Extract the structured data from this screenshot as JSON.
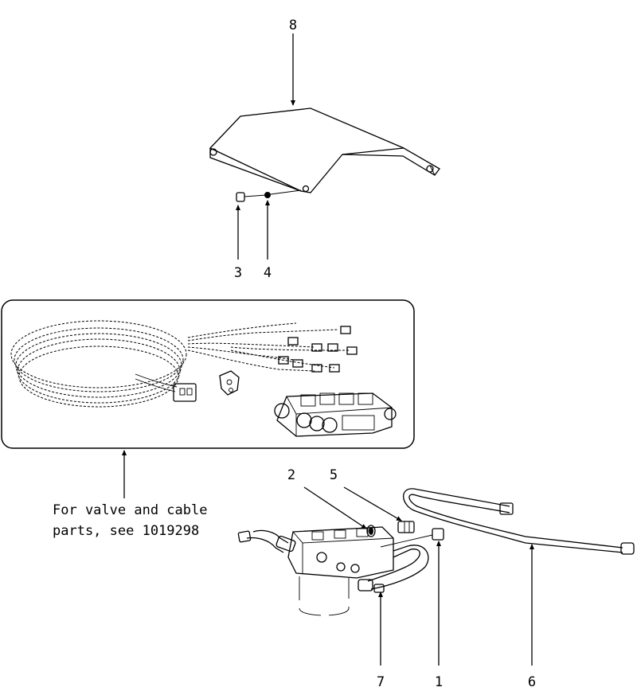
{
  "callouts": {
    "c8": "8",
    "c3": "3",
    "c4": "4",
    "c2": "2",
    "c5": "5",
    "c7": "7",
    "c1": "1",
    "c6": "6"
  },
  "note": {
    "line1": "For valve and cable",
    "line2": "parts, see 1019298"
  }
}
